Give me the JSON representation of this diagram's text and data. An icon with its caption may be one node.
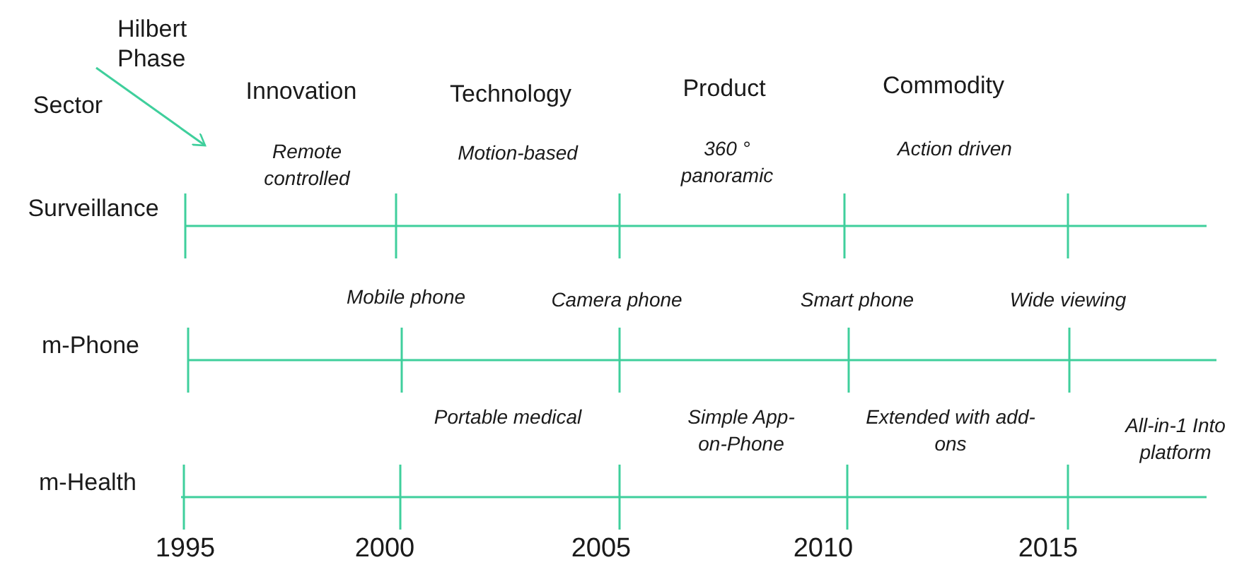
{
  "diagram": {
    "labels": [
      "Hilbert Phase",
      "Sector",
      "Innovation",
      "Technology",
      "Product",
      "Commodity",
      "Remote controlled",
      "Motion-based",
      "360 ° panoramic",
      "Action driven",
      "Surveillance",
      "Mobile phone",
      "Camera phone",
      "Smart phone",
      "Wide viewing",
      "m-Phone",
      "Portable medical",
      "Simple App-on-Phone",
      "Extended with add-ons",
      "All-in-1 Into platform",
      "m-Health",
      "1995",
      "2000",
      "2005",
      "2010",
      "2015"
    ]
  }
}
